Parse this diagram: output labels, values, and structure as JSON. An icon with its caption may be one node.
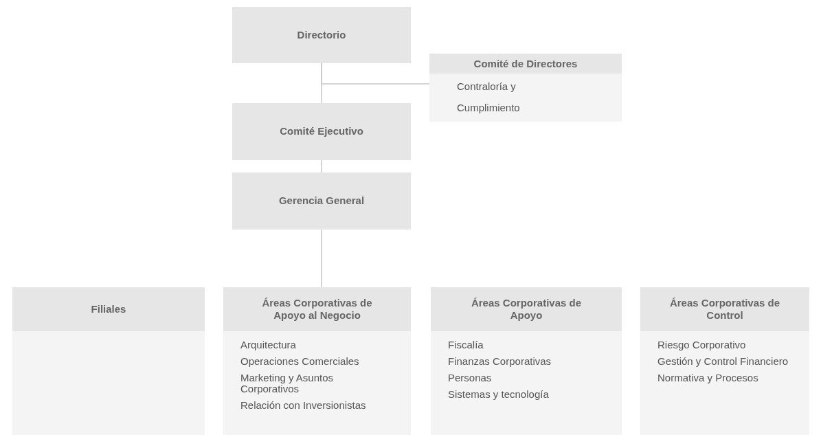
{
  "diagram": {
    "nodes": [
      {
        "text": [
          "Directorio"
        ]
      },
      {
        "text": [
          "Comité de Directores",
          "Contraloría y Cumplimiento"
        ]
      },
      {
        "text": [
          "Comité Ejecutivo"
        ]
      },
      {
        "text": [
          "Gerencia General"
        ]
      },
      {
        "text": [
          "Filiales"
        ]
      },
      {
        "text": [
          "Áreas Corporativas de Apoyo al Negocio",
          "Arquitectura",
          "Operaciones Comerciales",
          "Marketing y Asuntos Corporativos",
          "Relación con Inversionistas"
        ]
      },
      {
        "text": [
          "Áreas Corporativas de Apoyo",
          "Fiscalía",
          "Finanzas Corporativas",
          "Personas",
          "Sistemas y tecnología"
        ]
      },
      {
        "text": [
          "Áreas Corporativas de Control",
          "Riesgo Corporativo",
          "Gestión y Control Financiero",
          "Normativa y Procesos"
        ]
      }
    ],
    "edges": [
      {
        "from": 0,
        "to": 2,
        "arrow": "none"
      },
      {
        "from": 0,
        "to": 1,
        "arrow": "none"
      },
      {
        "from": 2,
        "to": 3,
        "arrow": "none"
      },
      {
        "from": 3,
        "to": 5,
        "arrow": "none"
      }
    ]
  }
}
